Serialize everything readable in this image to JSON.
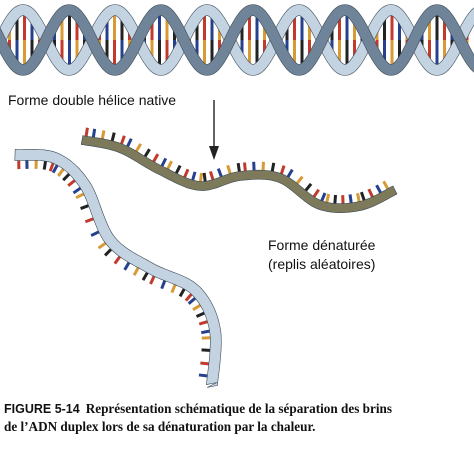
{
  "labels": {
    "native_form": "Forme double hélice native",
    "denatured_form_line1": "Forme dénaturée",
    "denatured_form_line2": "(replis aléatoires)"
  },
  "caption": {
    "figure_number": "FIGURE 5-14",
    "line1": "Représentation schématique de la séparation des brins",
    "line2": "de l’ADN duplex lors de sa dénaturation par la chaleur."
  },
  "colors": {
    "backbone_dark": "#6f8498",
    "backbone_light": "#c4d3e2",
    "backbone_olive": "#7c7a5a",
    "base_red": "#c23a2c",
    "base_blue": "#24408e",
    "base_orange": "#d89a34",
    "base_dark": "#222222",
    "arrow": "#222222"
  }
}
